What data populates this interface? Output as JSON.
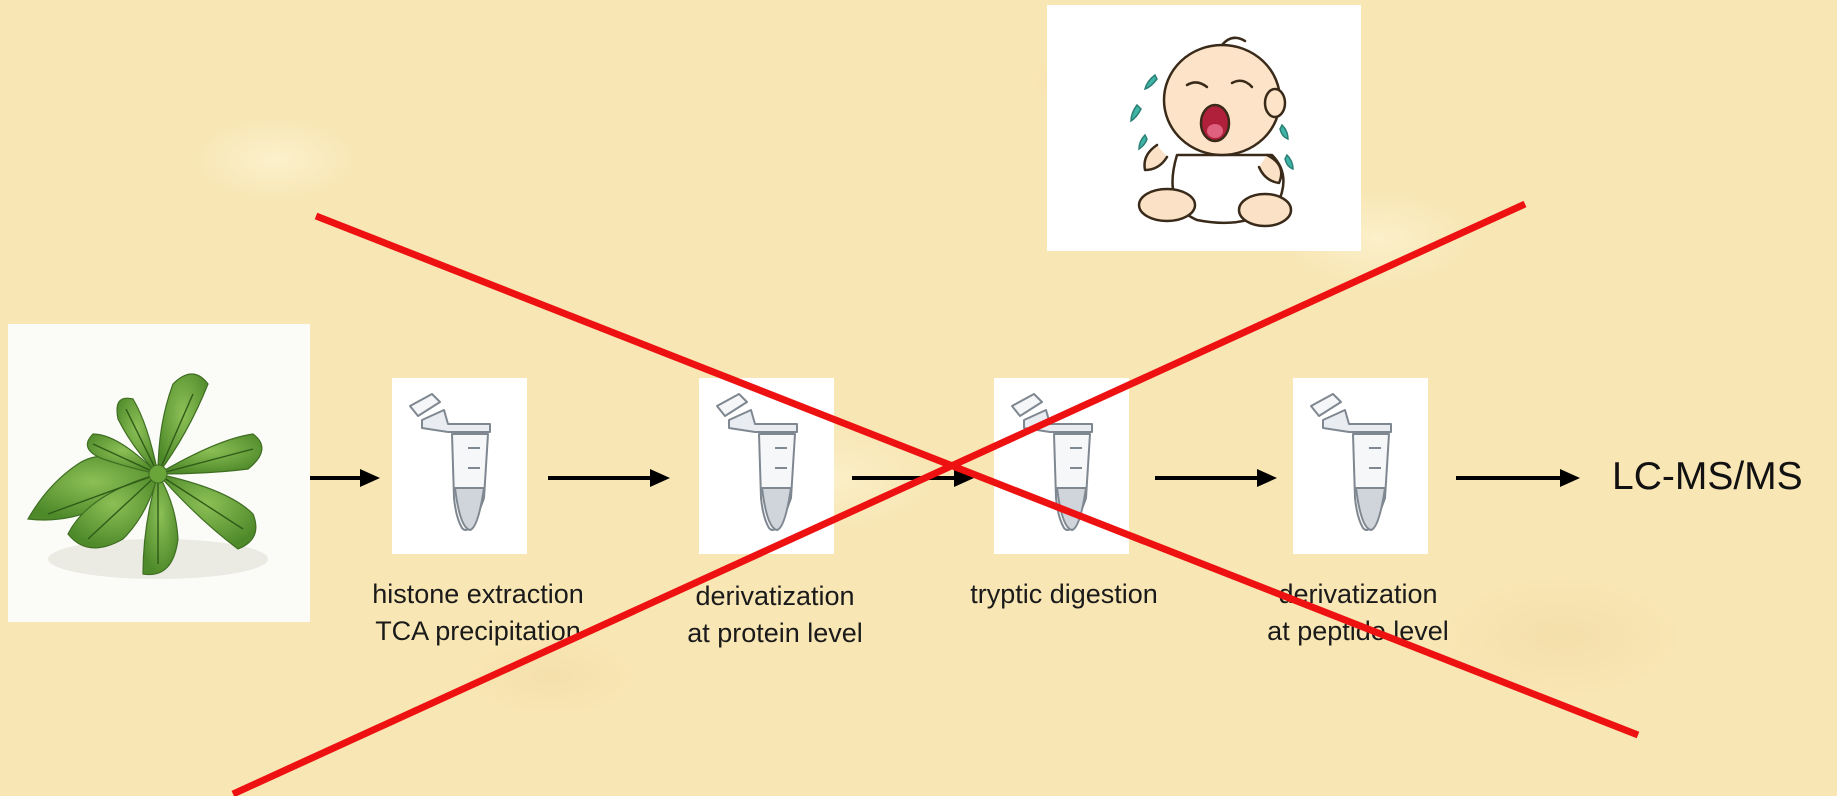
{
  "steps": [
    {
      "lines": [
        "histone extraction",
        "TCA precipitation"
      ]
    },
    {
      "lines": [
        "derivatization",
        "at protein level"
      ]
    },
    {
      "lines": [
        "tryptic digestion"
      ]
    },
    {
      "lines": [
        "derivatization",
        "at peptide level"
      ]
    }
  ],
  "output": "LC-MS/MS",
  "icons": {
    "start": "plant-rosette",
    "sample": "microcentrifuge-tube",
    "reaction": "crying-baby"
  },
  "colors": {
    "cross": "#ee1111",
    "arrow": "#000000",
    "background": "#f8e6b4"
  }
}
